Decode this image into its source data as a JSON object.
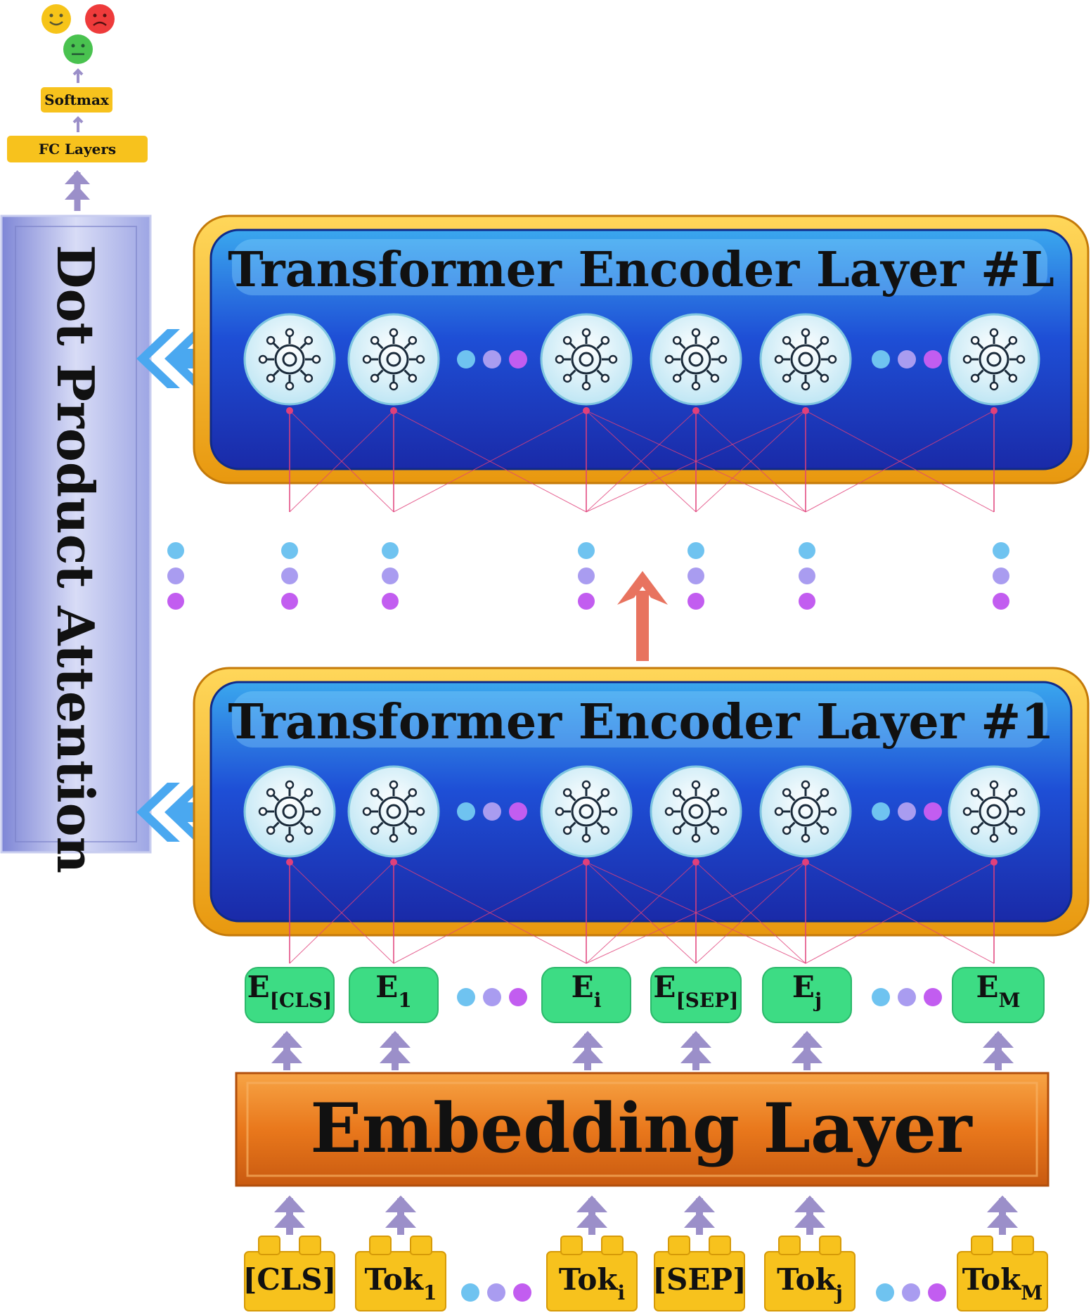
{
  "top": {
    "emoji": [
      "happy",
      "sad",
      "neutral"
    ],
    "softmax_label": "Softmax",
    "fc_label": "FC Layers"
  },
  "attention": {
    "label": "Dot Product Attention"
  },
  "encoders": {
    "top_title": "Transformer Encoder Layer #L",
    "bottom_title": "Transformer Encoder Layer #1"
  },
  "embeddings": [
    {
      "base": "E",
      "sub": "[CLS]"
    },
    {
      "base": "E",
      "sub": "1"
    },
    {
      "base": "E",
      "sub": "i"
    },
    {
      "base": "E",
      "sub": "[SEP]"
    },
    {
      "base": "E",
      "sub": "j"
    },
    {
      "base": "E",
      "sub": "M"
    }
  ],
  "embedding_layer": {
    "label": "Embedding Layer"
  },
  "tokens": [
    {
      "base": "[CLS]",
      "sub": ""
    },
    {
      "base": "Tok",
      "sub": "1"
    },
    {
      "base": "Tok",
      "sub": "i"
    },
    {
      "base": "[SEP]",
      "sub": ""
    },
    {
      "base": "Tok",
      "sub": "j"
    },
    {
      "base": "Tok",
      "sub": "M"
    }
  ],
  "colors": {
    "encoder_frame": "#f2b21c",
    "encoder_fill": "#1b3fc4",
    "embedding_box": "#3ddc84",
    "embedding_layer": "#e8741a",
    "token_box": "#f7c21d",
    "attention_panel": "#9aa3e6",
    "arrow_purple": "#9b8fc9",
    "arrow_red": "#e8735f",
    "dot_blue": "#6fc3f0",
    "dot_lavender": "#a99cf0",
    "dot_magenta": "#c25df0",
    "connection": "#e0407a"
  }
}
